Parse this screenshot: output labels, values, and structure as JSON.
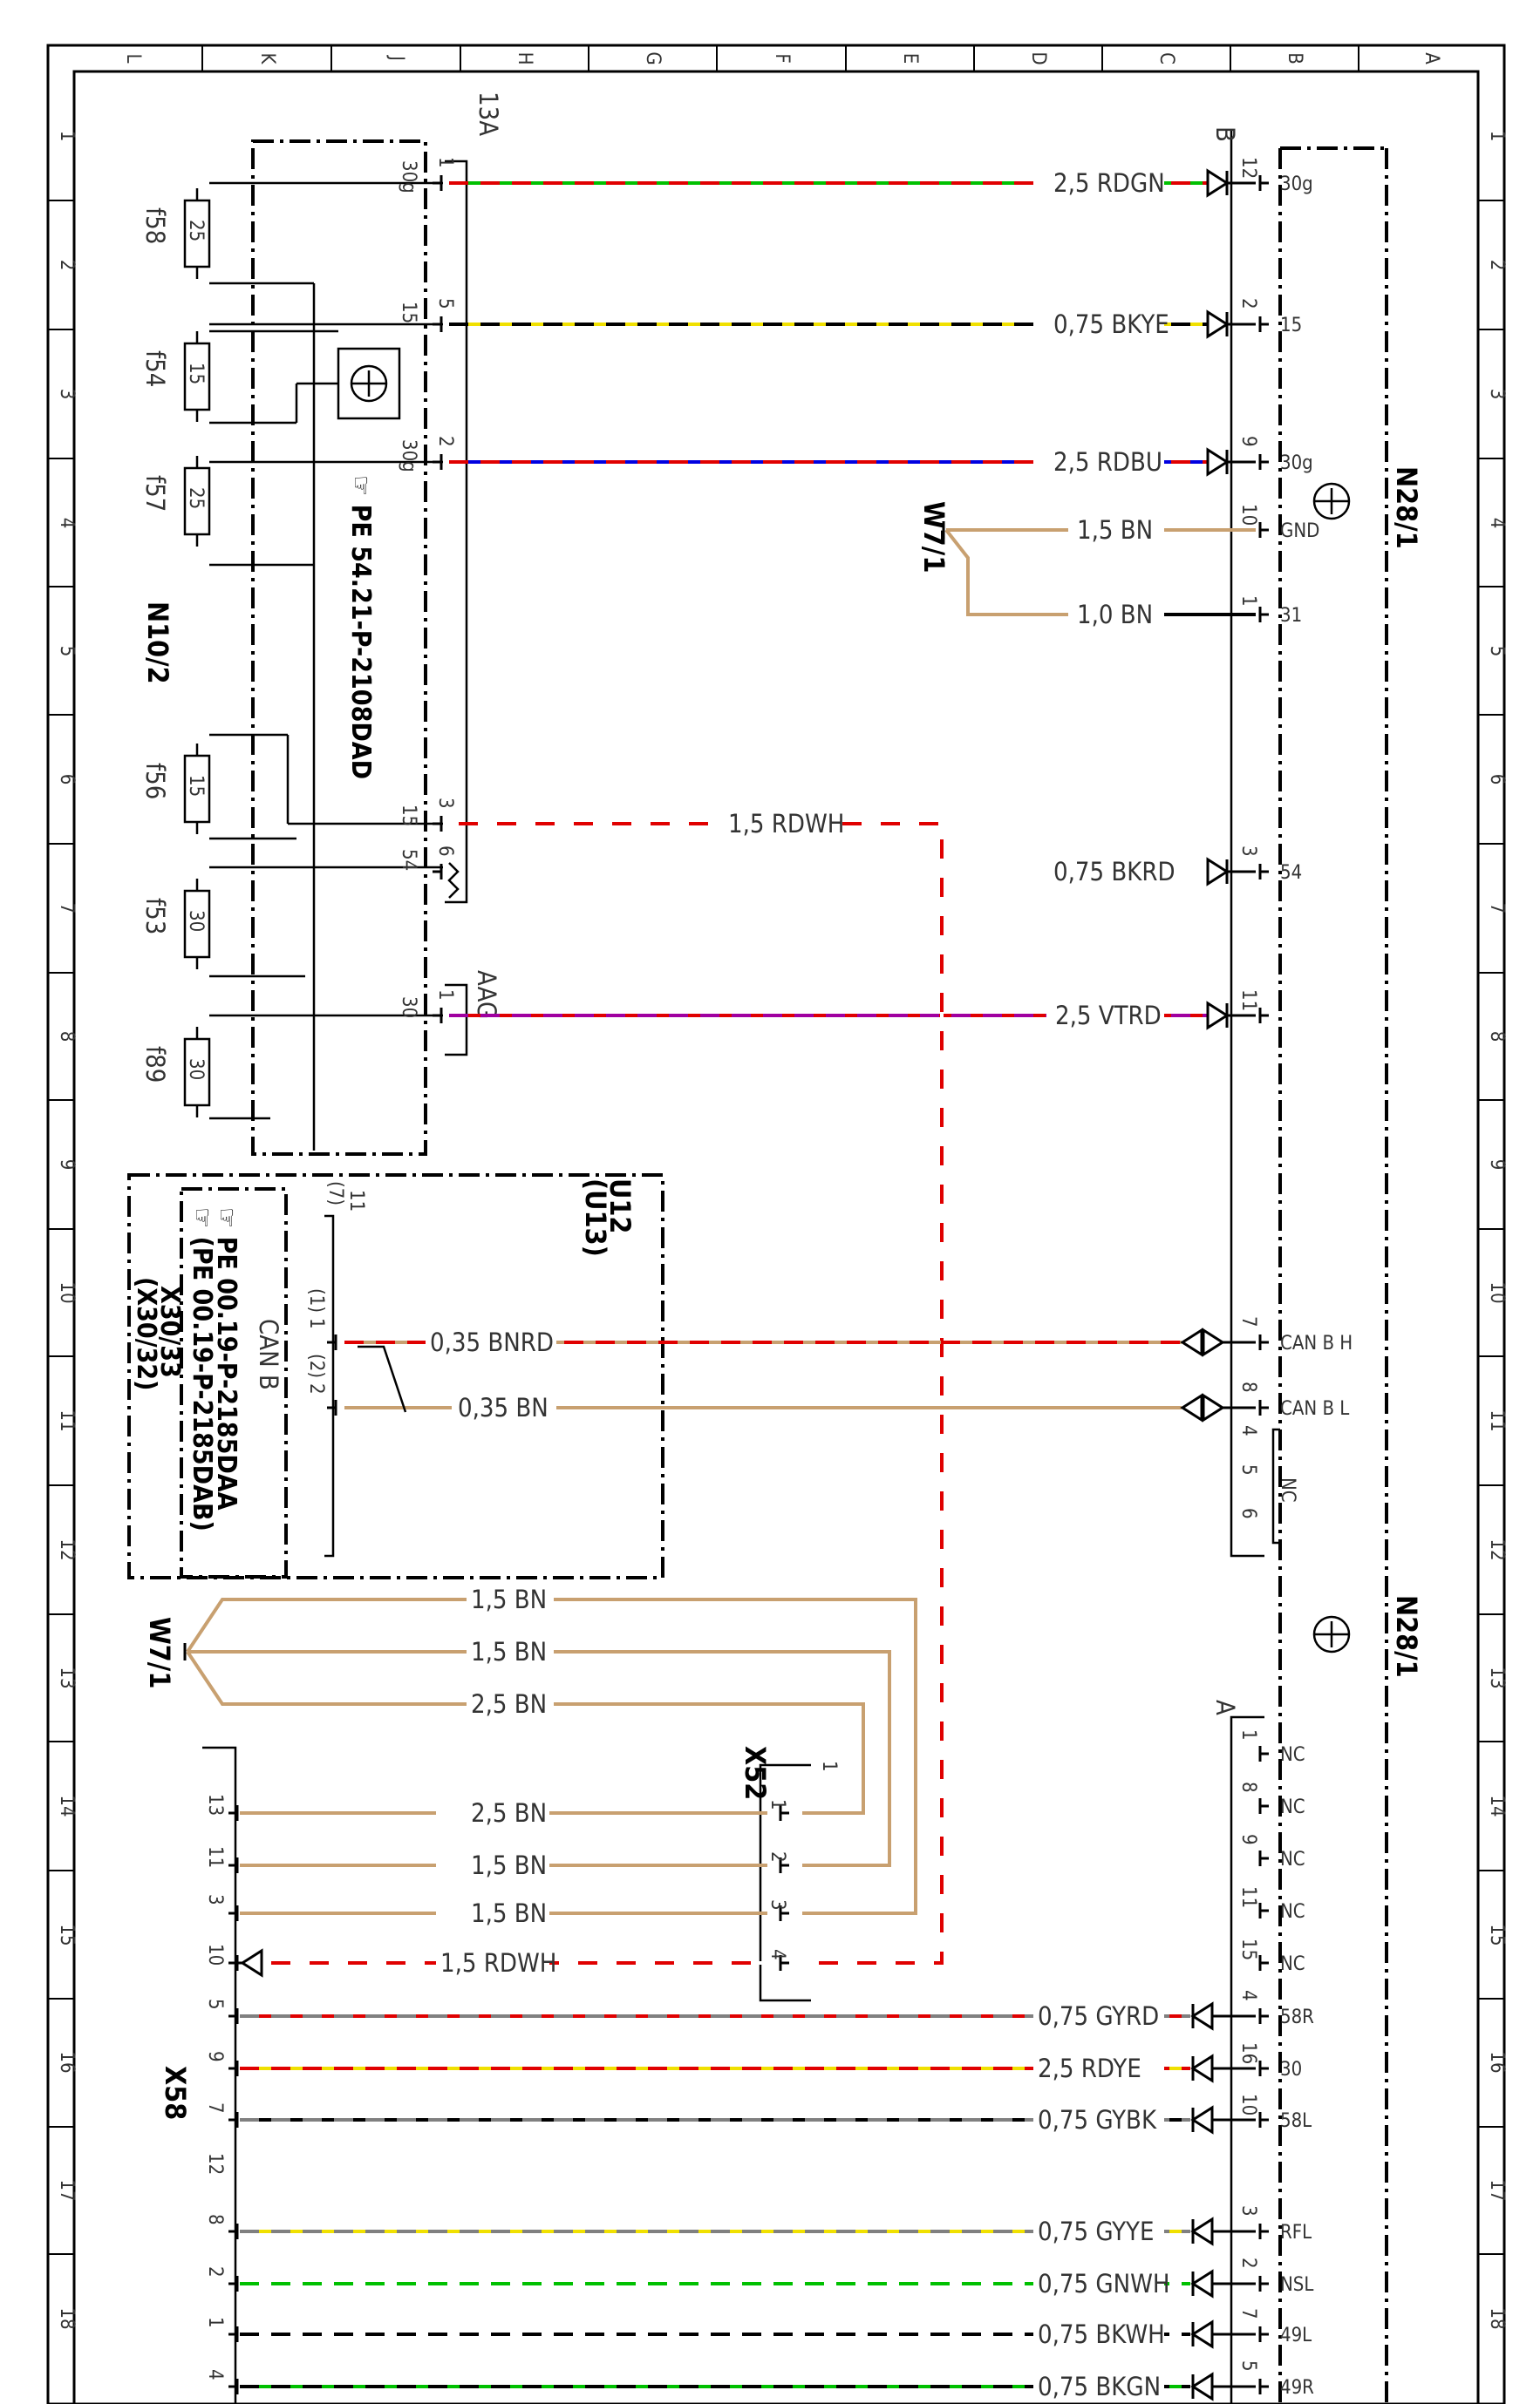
{
  "grid": {
    "columns": [
      "L",
      "K",
      "J",
      "H",
      "G",
      "F",
      "E",
      "D",
      "C",
      "B",
      "A"
    ],
    "rows": [
      "1",
      "2",
      "3",
      "4",
      "5",
      "6",
      "7",
      "8",
      "9",
      "10",
      "11",
      "12",
      "13",
      "14",
      "15",
      "16",
      "17",
      "18"
    ]
  },
  "components": {
    "n10_2": "N10/2",
    "ref_13a": "13A",
    "note_pe_2108": "PE 54.21-P-2108DAD",
    "fuses": [
      {
        "name": "f58",
        "rating": "25"
      },
      {
        "name": "f54",
        "rating": "15"
      },
      {
        "name": "f57",
        "rating": "25"
      },
      {
        "name": "f56",
        "rating": "15"
      },
      {
        "name": "f53",
        "rating": "30"
      },
      {
        "name": "f89",
        "rating": "30"
      }
    ],
    "aag": "AAG",
    "u12": "U12",
    "u13": "(U13)",
    "can_b": "CAN B",
    "note_pe_2185aa": "PE 00.19-P-2185DAA",
    "note_pe_2185ab": "(PE 00.19-P-2185DAB)",
    "x30_33": "X30/33",
    "x30_32": "(X30/32)",
    "w7_1": "W7/1",
    "x52": "X52",
    "x58": "X58",
    "n28_1": "N28/1",
    "conn_b": "B",
    "conn_a": "A",
    "nc": "NC"
  },
  "wires": [
    {
      "left_pin": "1",
      "left_term": "30g",
      "label": "2,5 RDGN",
      "right_pin": "12",
      "right_term": "30g",
      "c1": "#e00000",
      "c2": "#00c000"
    },
    {
      "left_pin": "5",
      "left_term": "15",
      "label": "0,75 BKYE",
      "right_pin": "2",
      "right_term": "15",
      "c1": "#000000",
      "c2": "#f0e000"
    },
    {
      "left_pin": "2",
      "left_term": "30g",
      "label": "2,5 RDBU",
      "right_pin": "9",
      "right_term": "30g",
      "c1": "#e00000",
      "c2": "#0000e0"
    },
    {
      "label": "1,5 BN",
      "right_pin": "10",
      "right_term": "GND"
    },
    {
      "label": "1,0 BN",
      "right_pin": "1",
      "right_term": "31"
    },
    {
      "left_pin": "3",
      "left_term": "15",
      "label": "1,5 RDWH"
    },
    {
      "left_pin": "6",
      "left_term": "54",
      "label": "0,75 BKRD",
      "right_pin": "3",
      "right_term": "54"
    },
    {
      "left_pin": "1",
      "left_term": "30",
      "label": "2,5 VTRD",
      "right_pin": "11"
    },
    {
      "left_pin": "1",
      "left_pin2": "(1)",
      "label": "0,35 BNRD",
      "right_pin": "7",
      "right_term": "CAN B H"
    },
    {
      "left_pin": "2",
      "left_pin2": "(2)",
      "label": "0,35 BN",
      "right_pin": "8",
      "right_term": "CAN B L"
    }
  ],
  "u12_pins": {
    "pin11": "11",
    "pin7": "(7)"
  },
  "nc_pins": [
    "4",
    "5",
    "6"
  ],
  "w7_lower": [
    "1,5 BN",
    "1,5 BN",
    "2,5 BN"
  ],
  "x52_pin_labels": [
    "1",
    "1",
    "2",
    "3",
    "4"
  ],
  "x58_wires": [
    {
      "pin": "13",
      "label": "2,5 BN"
    },
    {
      "pin": "11",
      "label": "1,5 BN"
    },
    {
      "pin": "3",
      "label": "1,5 BN"
    },
    {
      "pin": "10",
      "label": "1,5 RDWH"
    }
  ],
  "a_nc": [
    {
      "pin": "1",
      "term": "NC"
    },
    {
      "pin": "8",
      "term": "NC"
    },
    {
      "pin": "9",
      "term": "NC"
    },
    {
      "pin": "11",
      "term": "NC"
    },
    {
      "pin": "15",
      "term": "NC"
    }
  ],
  "a_wires": [
    {
      "left_pin": "5",
      "label": "0,75 GYRD",
      "right_pin": "4",
      "right_term": "58R",
      "c1": "#808080",
      "c2": "#e00000"
    },
    {
      "left_pin": "9",
      "label": "2,5 RDYE",
      "right_pin": "16",
      "right_term": "30",
      "c1": "#e00000",
      "c2": "#f0e000"
    },
    {
      "left_pin": "7",
      "label": "0,75 GYBK",
      "right_pin": "10",
      "right_term": "58L",
      "c1": "#808080",
      "c2": "#000000"
    },
    {
      "left_pin": "8",
      "label": "0,75 GYYE",
      "right_pin": "3",
      "right_term": "RFL",
      "c1": "#808080",
      "c2": "#f0e000"
    },
    {
      "left_pin": "2",
      "label": "0,75 GNWH",
      "right_pin": "2",
      "right_term": "NSL",
      "c1": "#00c000",
      "c2": "#ffffff"
    },
    {
      "left_pin": "1",
      "label": "0,75 BKWH",
      "right_pin": "7",
      "right_term": "49L",
      "c1": "#000000",
      "c2": "#ffffff"
    },
    {
      "left_pin": "4",
      "label": "0,75 BKGN",
      "right_pin": "5",
      "right_term": "49R",
      "c1": "#000000",
      "c2": "#00c000"
    }
  ],
  "x58_pin12": "12",
  "colors": {
    "brown": "#c8a070",
    "red": "#e00000",
    "black": "#000000"
  }
}
